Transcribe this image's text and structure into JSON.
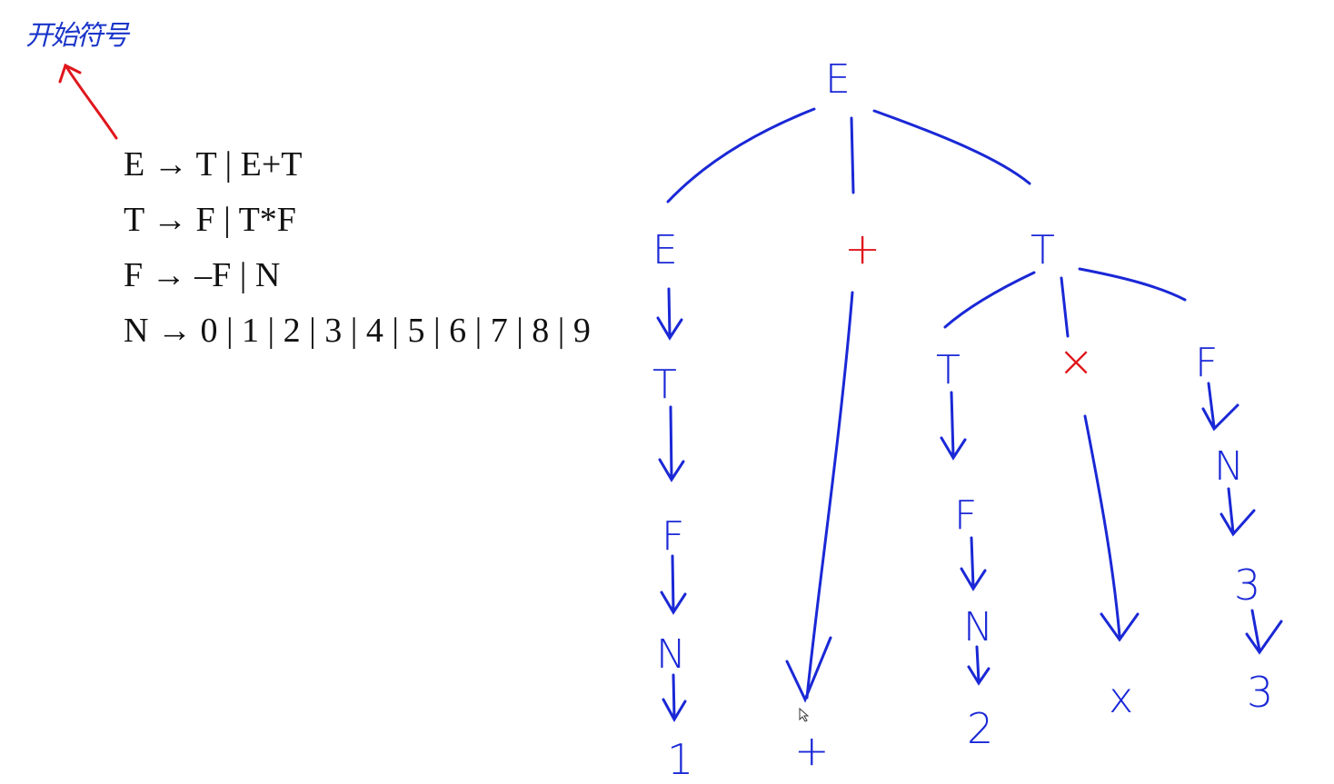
{
  "annotation": {
    "text": "开始符号"
  },
  "grammar": {
    "rules": [
      "E → T | E+T",
      "T → F | T*F",
      "F → –F | N",
      "N → 0 | 1 | 2 | 3 | 4 | 5 | 6 | 7 | 8 | 9"
    ]
  },
  "colors": {
    "tree": "#1a28d6",
    "operator": "#e0161c",
    "arrow": "#e0161c",
    "annotation": "#1a35c9"
  },
  "tree": {
    "root": "E",
    "left_chain": [
      "E",
      "T",
      "F",
      "N",
      "1"
    ],
    "plus_operator": "+",
    "plus_leaf": "+",
    "right_T": "T",
    "right_T_left_chain": [
      "T",
      "F",
      "N",
      "2"
    ],
    "times_operator": "×",
    "times_leaf": "x",
    "right_F_chain": [
      "F",
      "N",
      "3",
      "3"
    ]
  }
}
